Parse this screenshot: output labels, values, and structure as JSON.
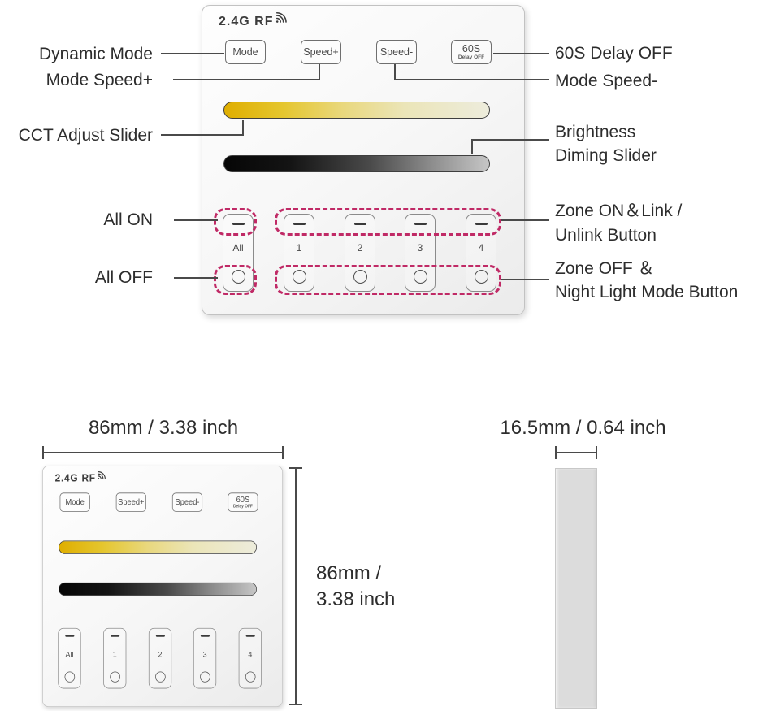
{
  "panel": {
    "brand": "2.4G RF",
    "buttons": {
      "mode": "Mode",
      "speed_plus": "Speed+",
      "speed_minus": "Speed-",
      "delay_main": "60S",
      "delay_sub": "Delay OFF"
    },
    "zones": {
      "all": "All",
      "z1": "1",
      "z2": "2",
      "z3": "3",
      "z4": "4"
    }
  },
  "annotations": {
    "dynamic_mode": "Dynamic Mode",
    "mode_speed_plus": "Mode Speed+",
    "cct_slider": "CCT Adjust Slider",
    "all_on": "All ON",
    "all_off": "All OFF",
    "delay_off": "60S Delay OFF",
    "mode_speed_minus": "Mode Speed-",
    "brightness_line1": "Brightness",
    "brightness_line2": "Diming Slider",
    "zone_on_line1": "Zone ON＆Link /",
    "zone_on_line2": "Unlink Button",
    "zone_off_line1": "Zone OFF ＆",
    "zone_off_line2": "Night Light Mode Button"
  },
  "dimensions": {
    "width": "86mm / 3.38 inch",
    "height_line1": "86mm /",
    "height_line2": "3.38 inch",
    "depth": "16.5mm / 0.64 inch"
  },
  "colors": {
    "accent_dashed": "#c02a66",
    "cct_start": "#dfae00",
    "cct_end": "#edecdc",
    "dim_start": "#060606",
    "dim_end": "#c6c6c6"
  }
}
